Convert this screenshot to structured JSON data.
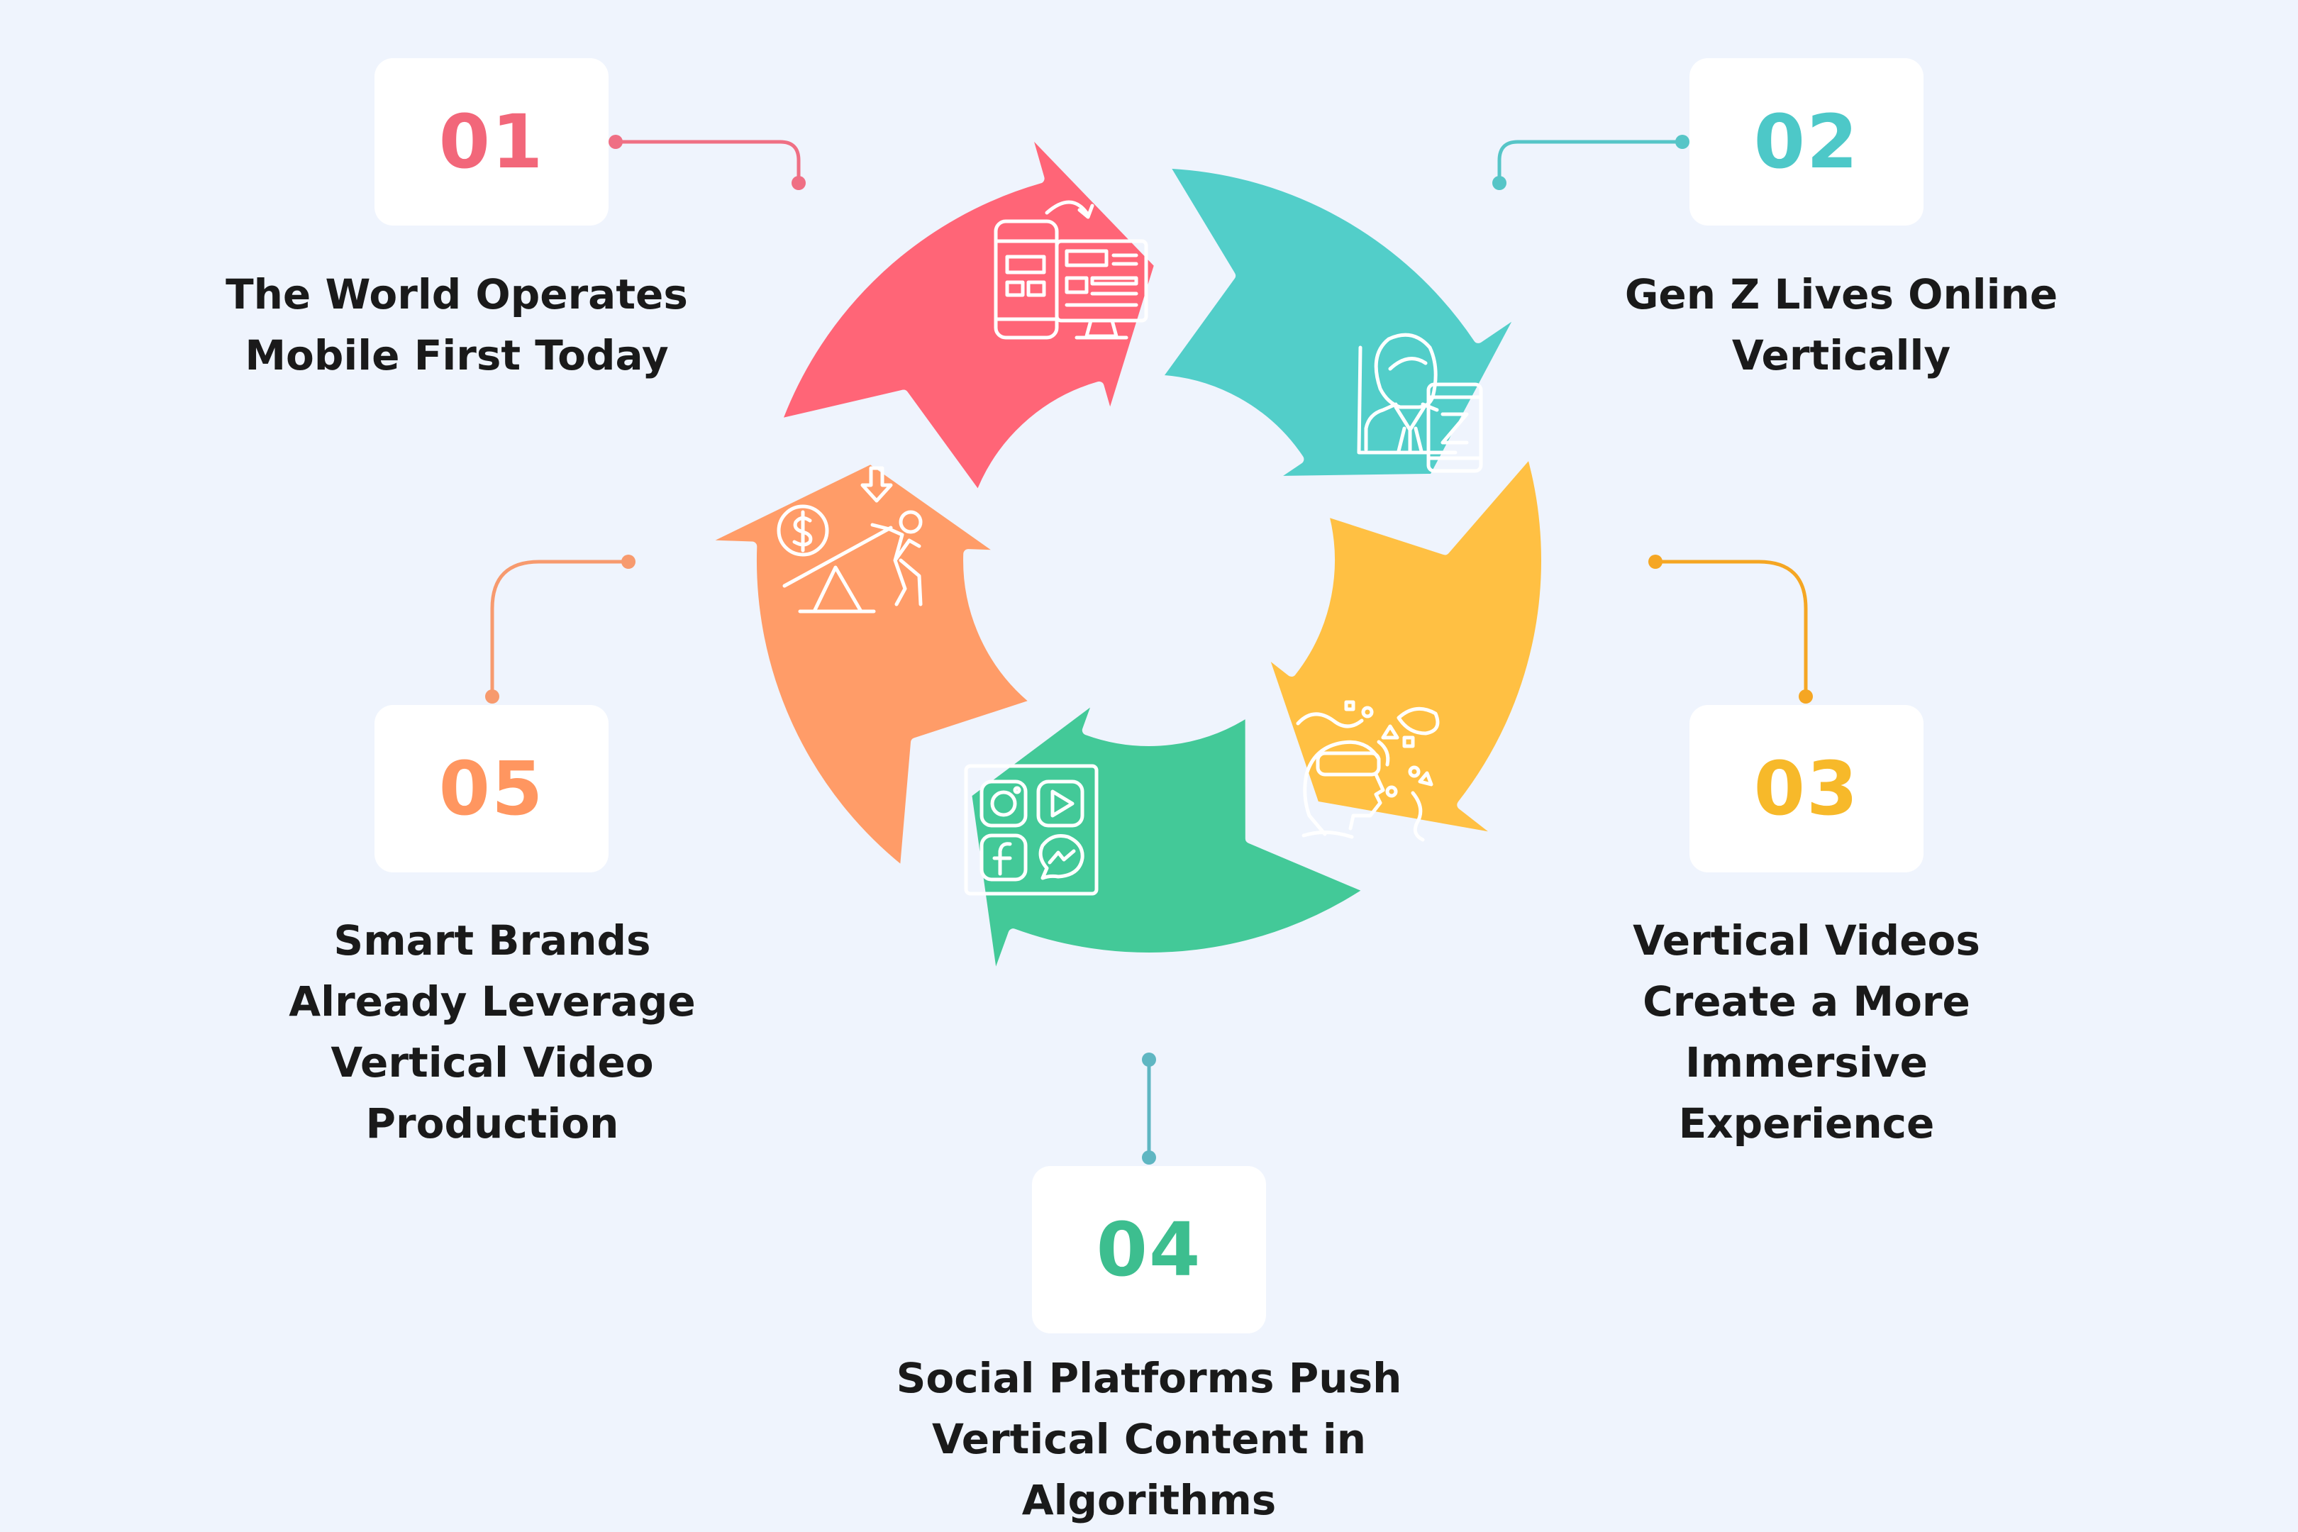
{
  "steps": [
    {
      "number": "01",
      "lines": [
        "The World Operates",
        "Mobile First Today"
      ],
      "color": "#FF6577",
      "icon": "mobile-desktop-icon"
    },
    {
      "number": "02",
      "lines": [
        "Gen Z Lives Online",
        "Vertically"
      ],
      "color": "#52CEC9",
      "icon": "gen-z-user-icon"
    },
    {
      "number": "03",
      "lines": [
        "Vertical Videos",
        "Create a More",
        "Immersive",
        "Experience"
      ],
      "color": "#FFC043",
      "icon": "vr-headset-icon"
    },
    {
      "number": "04",
      "lines": [
        "Social Platforms Push",
        "Vertical Content in",
        "Algorithms"
      ],
      "color": "#43C998",
      "icon": "social-apps-icon"
    },
    {
      "number": "05",
      "lines": [
        "Smart Brands",
        "Already Leverage",
        "Vertical Video",
        "Production"
      ],
      "color": "#FF9C68",
      "icon": "seesaw-money-icon"
    }
  ],
  "number_colors": {
    "01": "#F2677A",
    "02": "#4DC8C8",
    "03": "#F7B92A",
    "04": "#3DBE8F",
    "05": "#FF9660"
  },
  "connector_colors": {
    "01": "#EF6F84",
    "02": "#56C5C7",
    "03": "#F5A623",
    "04": "#5FB6C2",
    "05": "#F79A6E"
  }
}
